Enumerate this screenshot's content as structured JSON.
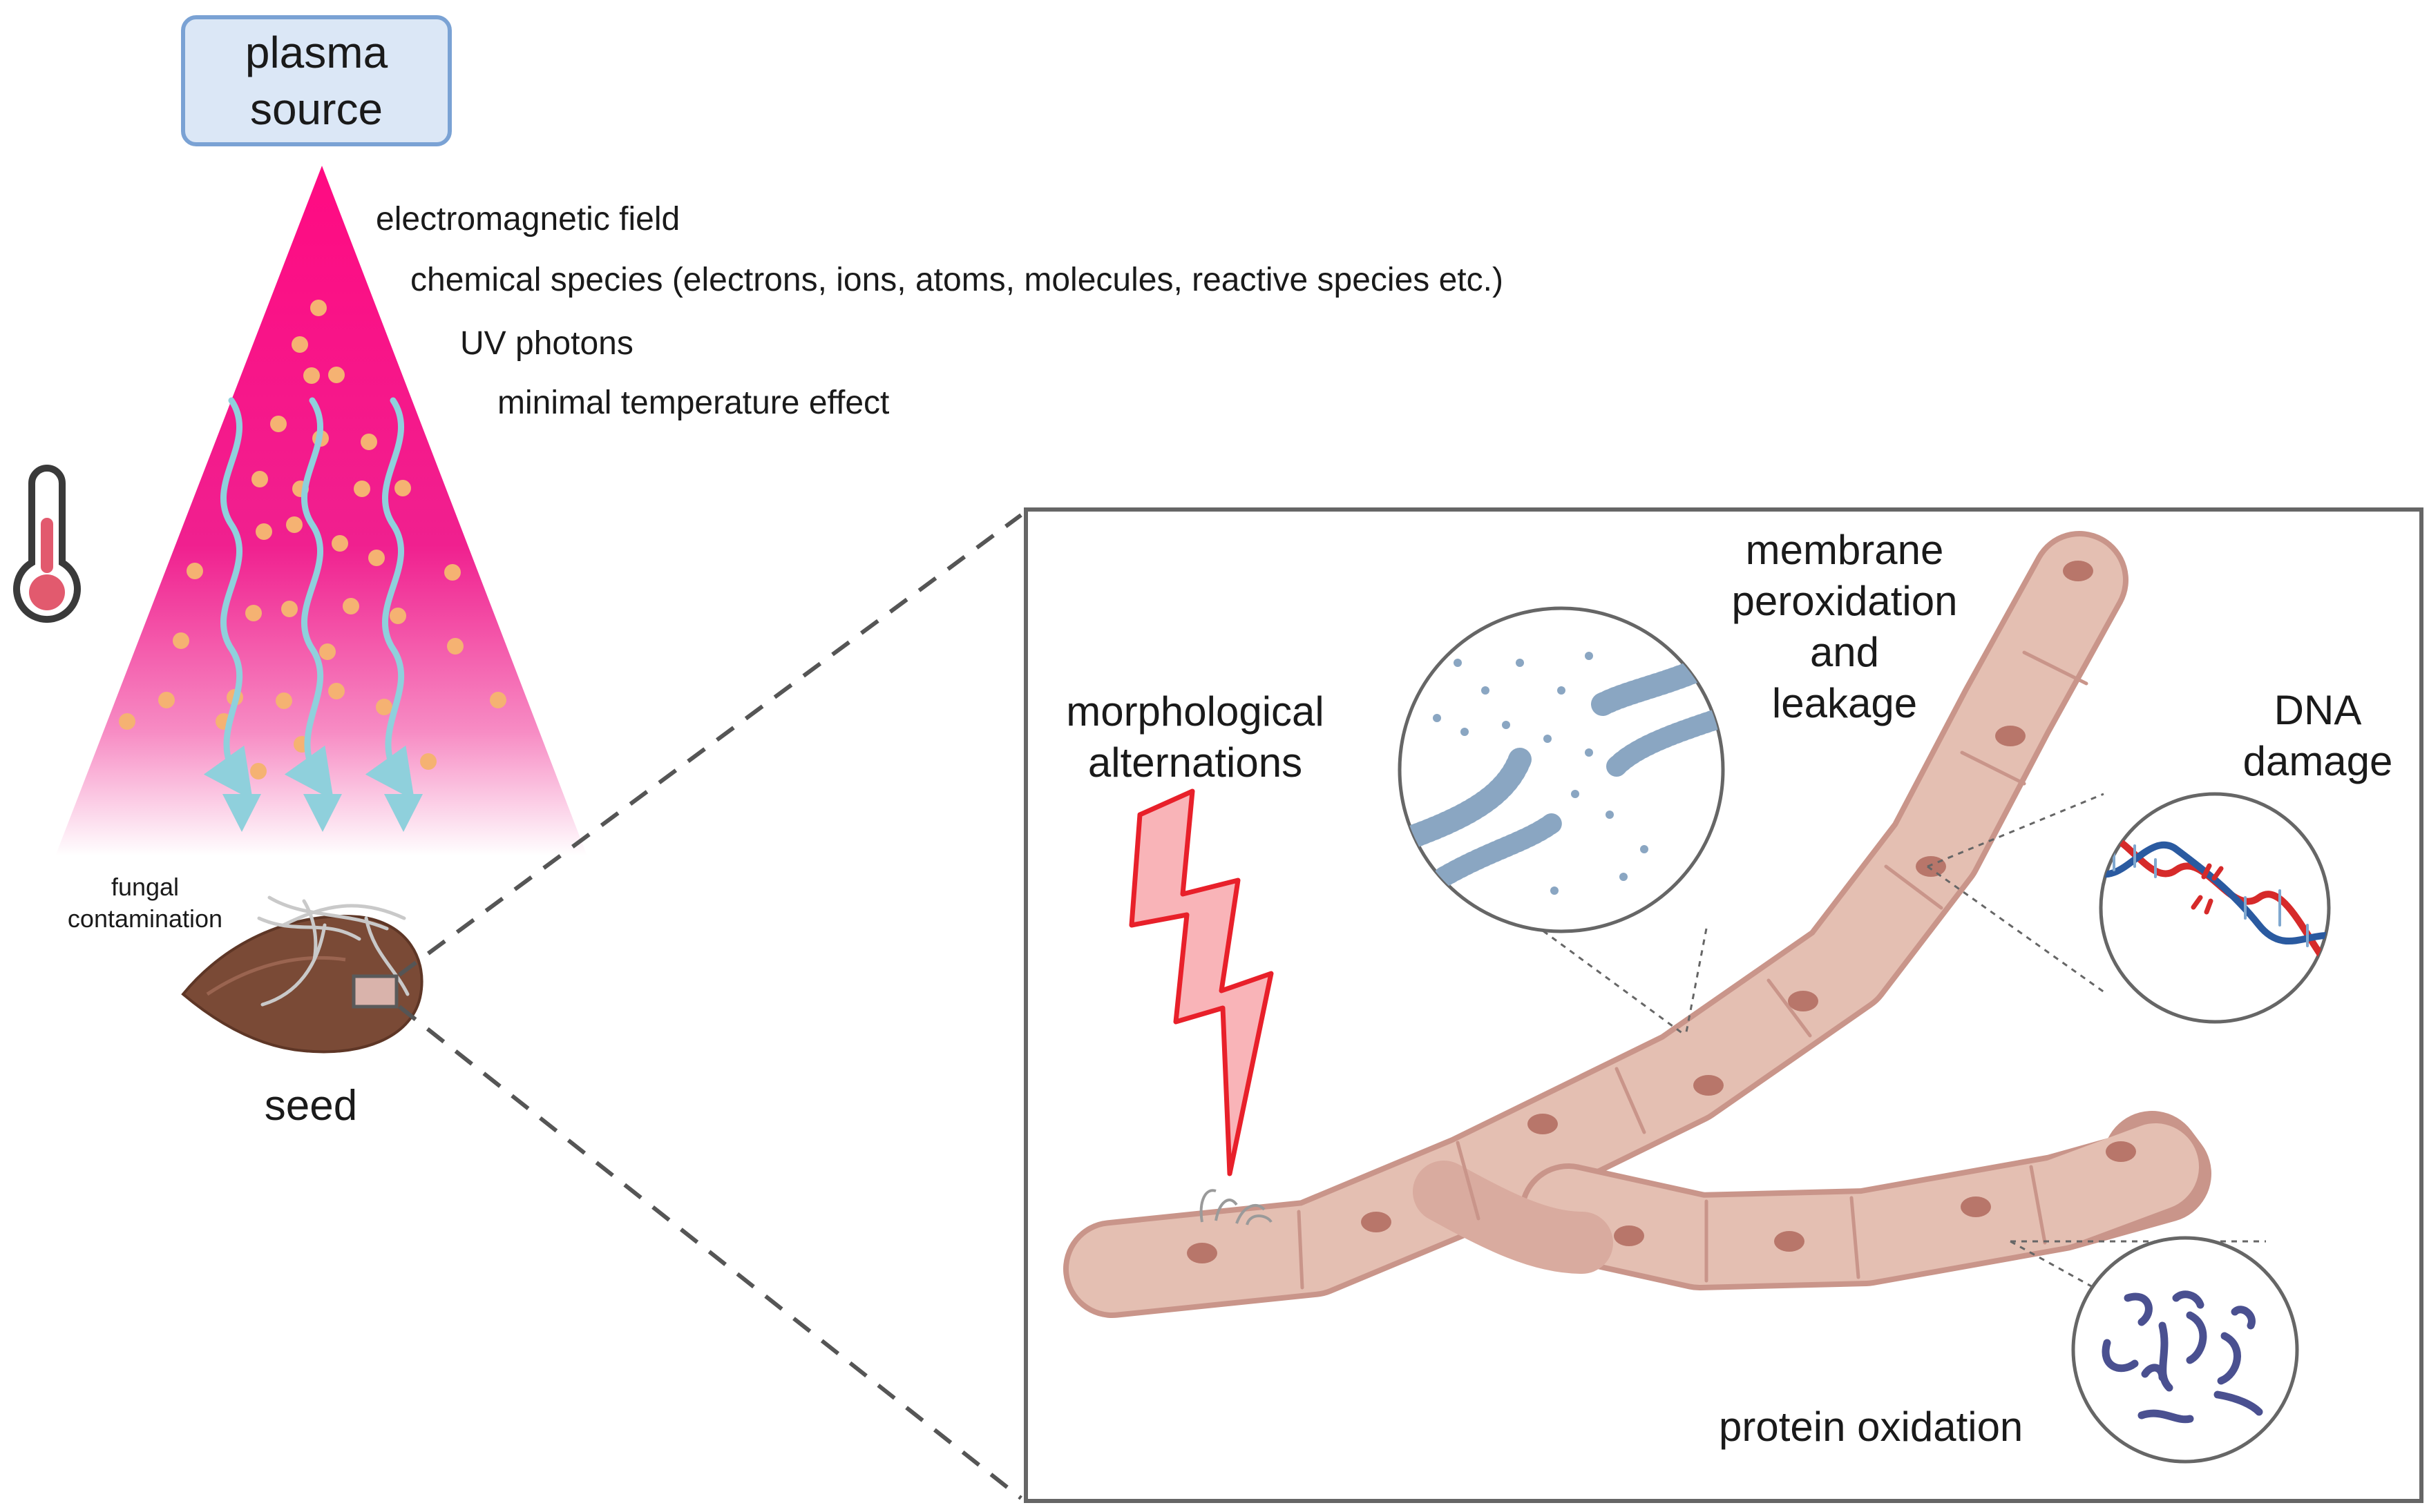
{
  "source": {
    "label": "plasma\nsource"
  },
  "effects": [
    "electromagnetic field",
    "chemical species (electrons, ions, atoms, molecules, reactive species etc.)",
    "UV photons",
    "minimal temperature effect"
  ],
  "icons": {
    "thermometer": "thermometer-icon",
    "lightning": "lightning-bolt-icon"
  },
  "seed": {
    "label": "seed",
    "contamination_label": "fungal\ncontamination"
  },
  "zoom_panel": {
    "labels": {
      "morphology": "morphological\nalternations",
      "membrane": "membrane\nperoxidation\nand\nleakage",
      "dna": "DNA\ndamage",
      "protein": "protein oxidation"
    }
  },
  "colors": {
    "plasma_cone": "#ff1493",
    "uv_arrow": "#8fd0dc",
    "particle": "#f5b272",
    "source_fill": "#dbe7f6",
    "source_border": "#7aa2d4",
    "hypha": "#e4bfb2",
    "nucleus": "#b8766a",
    "seed": "#7a4a36",
    "bolt": "#e8202a",
    "dna_red": "#d62a2a",
    "dna_blue": "#2a5aa0",
    "protein": "#4a5090",
    "membrane": "#8aa6c2"
  }
}
